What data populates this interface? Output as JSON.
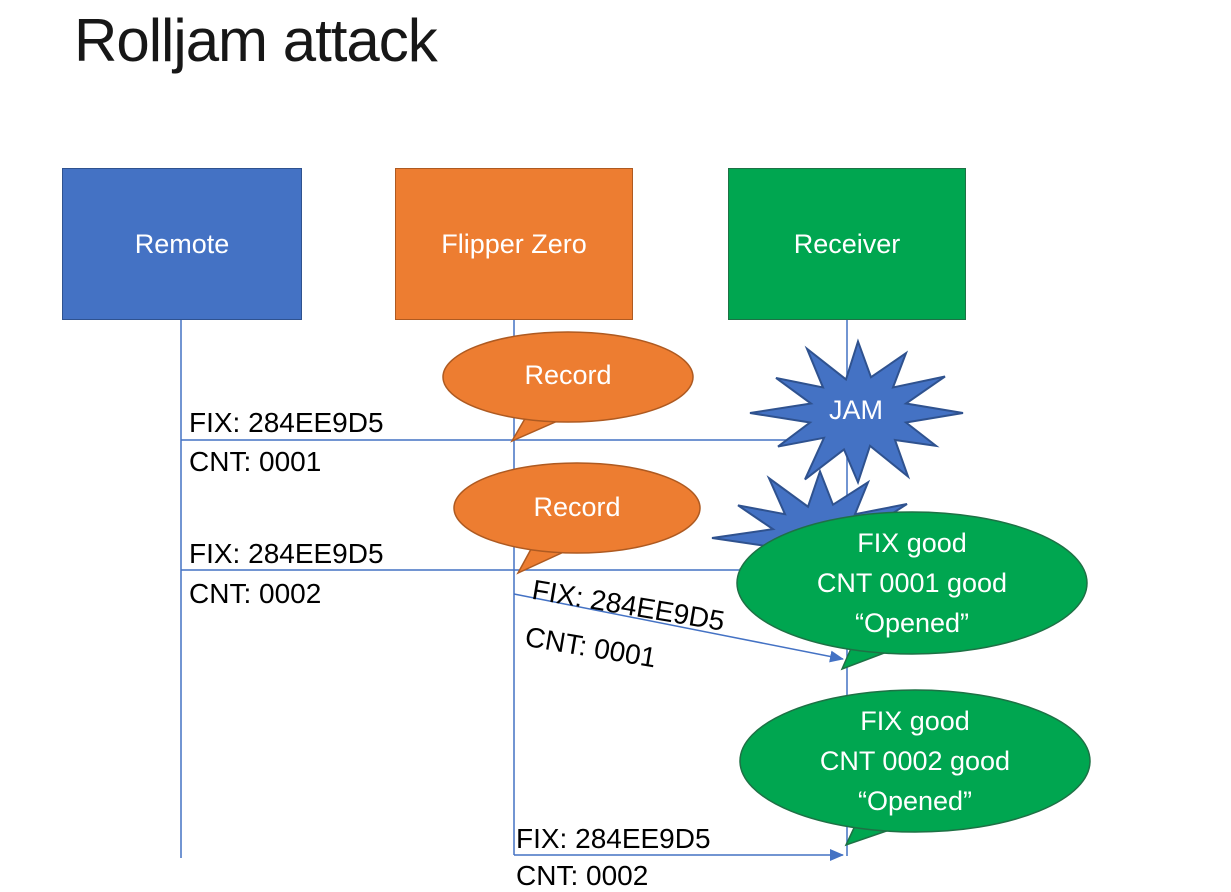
{
  "title": "Rolljam attack",
  "actors": [
    {
      "label": "Remote"
    },
    {
      "label": "Flipper Zero"
    },
    {
      "label": "Receiver"
    }
  ],
  "callouts": {
    "record1": {
      "label": "Record"
    },
    "record2": {
      "label": "Record"
    },
    "jam": {
      "label": "JAM"
    },
    "green1": {
      "line1": "FIX good",
      "line2": "CNT 0001 good",
      "line3": "“Opened”"
    },
    "green2": {
      "line1": "FIX good",
      "line2": "CNT 0002 good",
      "line3": "“Opened”"
    }
  },
  "messages": {
    "m1": {
      "fix": "FIX: 284EE9D5",
      "cnt": "CNT: 0001"
    },
    "m2": {
      "fix": "FIX: 284EE9D5",
      "cnt": "CNT: 0002"
    },
    "m3": {
      "fix": "FIX: 284EE9D5",
      "cnt": "CNT: 0001"
    },
    "m4": {
      "fix": "FIX: 284EE9D5",
      "cnt": "CNT: 0002"
    }
  },
  "colors": {
    "blue": "#4472C4",
    "blueDark": "#2F528F",
    "orange": "#ED7D31",
    "orangeDark": "#AE5A21",
    "green": "#00A650",
    "greenDark": "#1E7145"
  }
}
